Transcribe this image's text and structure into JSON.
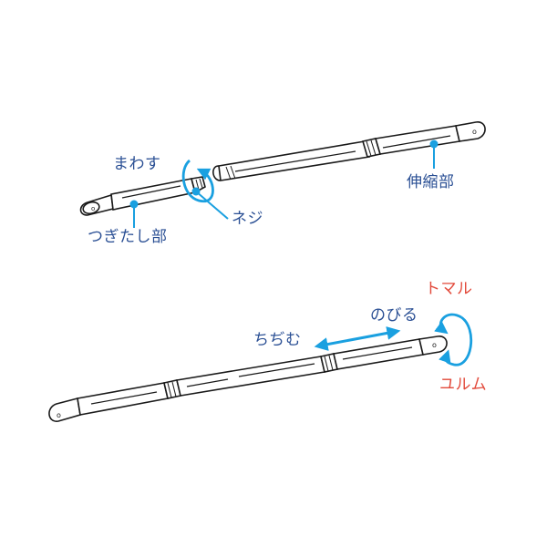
{
  "diagram": {
    "type": "product-instruction-illustration",
    "colors": {
      "outline": "#1a1a1a",
      "label_text": "#2a4f94",
      "accent_blue": "#1aa0e0",
      "label_red": "#e2493a",
      "background": "#ffffff"
    },
    "top_figure": {
      "labels": {
        "rotate": "まわす",
        "screw": "ネジ",
        "extension_part": "つぎたし部",
        "telescopic_part": "伸縮部"
      }
    },
    "bottom_figure": {
      "labels": {
        "shrink": "ちぢむ",
        "extend": "のびる",
        "tighten": "トマル",
        "loosen": "ユルム"
      }
    }
  }
}
